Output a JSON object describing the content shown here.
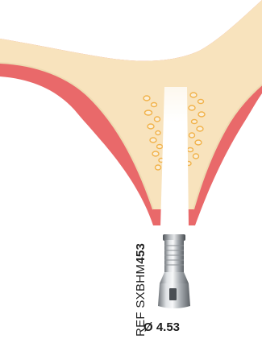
{
  "product": {
    "ref_prefix": "REF SXBHM",
    "ref_code_bold": "453",
    "diameter": "Ø 4.53"
  },
  "colors": {
    "gingiva": "#e9696a",
    "bone": "#f8e3bd",
    "bone_edge": "#eedbb2",
    "bone_particles": "#f1b24a",
    "socket_channel": "#ffffff",
    "implant_metal": "#b9bdc1"
  },
  "icons": [
    "extraction-socket-illustration",
    "healing-abutment-icon"
  ]
}
